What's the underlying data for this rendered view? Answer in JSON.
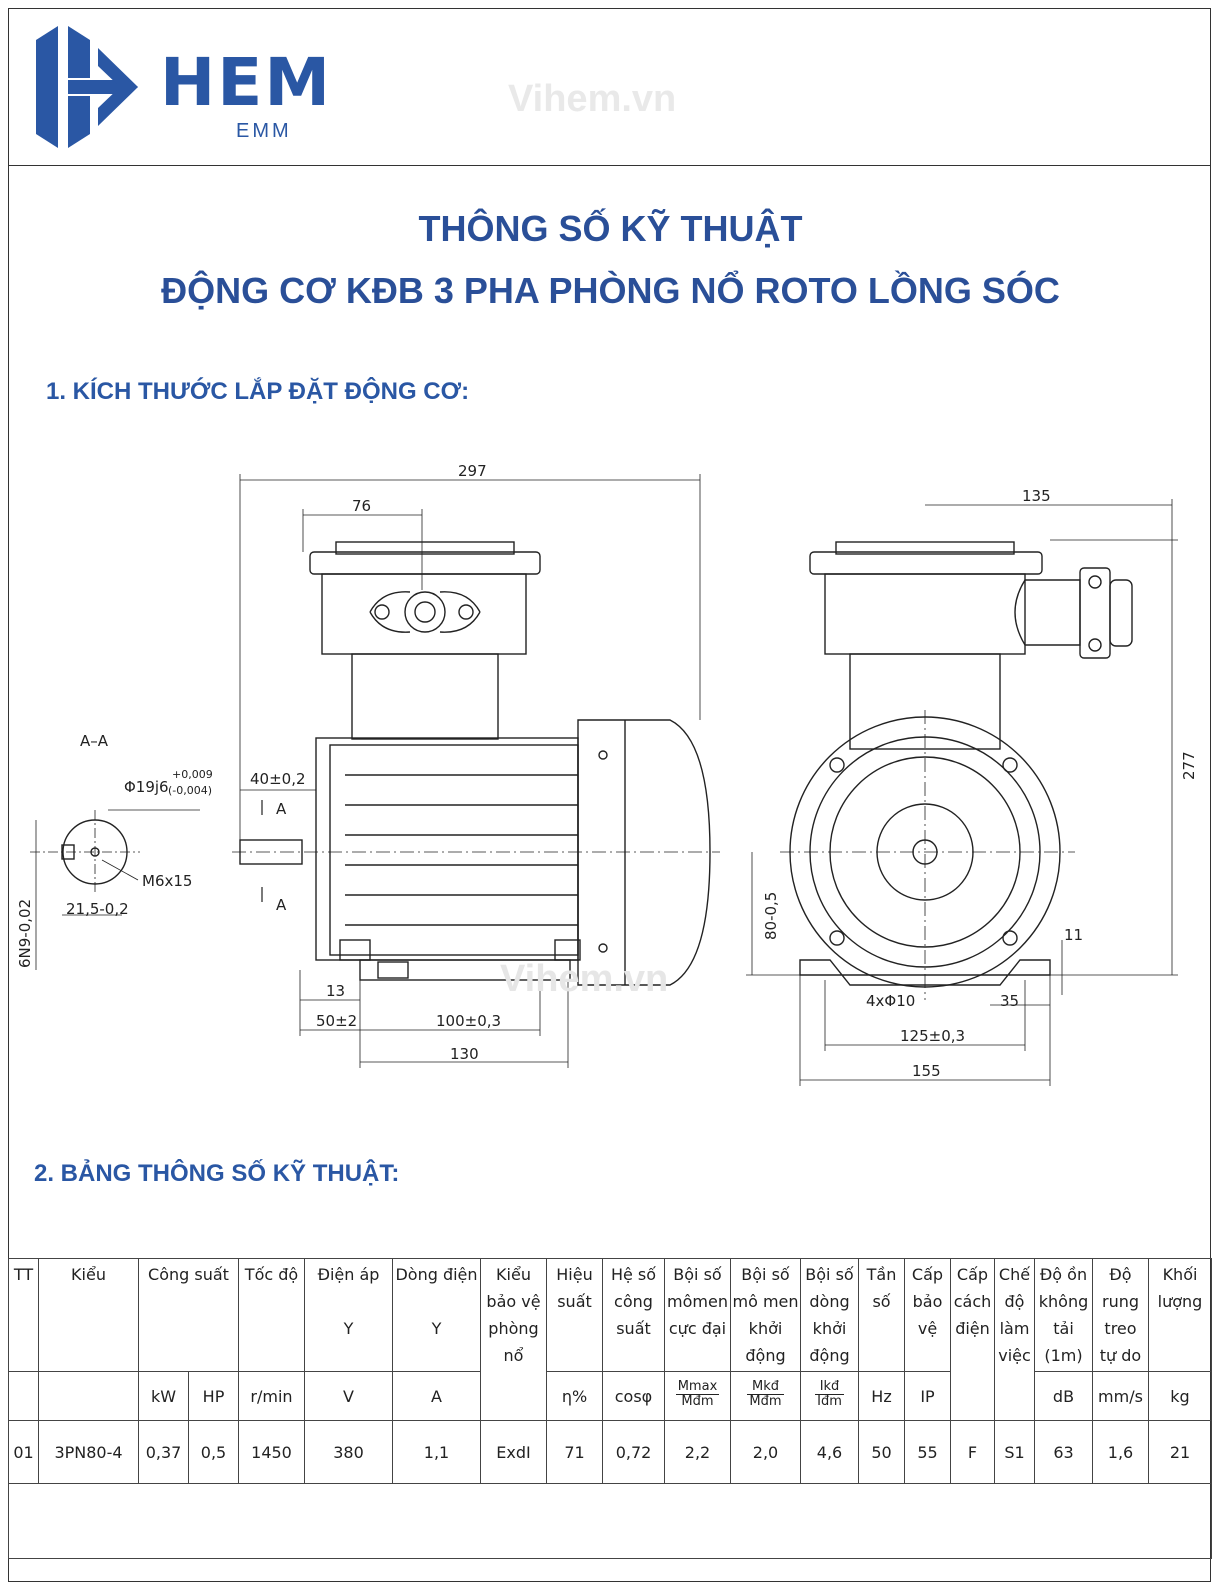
{
  "header": {
    "brand": "HEM",
    "brand_sub": "EMM",
    "watermark": "Vihem.vn"
  },
  "title": {
    "line1": "THÔNG SỐ KỸ THUẬT",
    "line2": "ĐỘNG CƠ KĐB 3 PHA PHÒNG NỔ ROTO LỒNG SÓC"
  },
  "sections": {
    "s1": "1. KÍCH THƯỚC LẮP ĐẶT ĐỘNG CƠ:",
    "s2": "2. BẢNG THÔNG SỐ KỸ THUẬT:"
  },
  "drawing": {
    "watermark": "Vihem.vn",
    "section_label": "A–A",
    "shaft_dia": "Φ19j6",
    "shaft_tol_up": "+0,009",
    "shaft_tol_low": "(-0,004)",
    "key_width": "6N9-0,02",
    "thread": "M6x15",
    "key_depth": "21,5-0,2",
    "dim_297": "297",
    "dim_76": "76",
    "dim_40": "40±0,2",
    "marker_a": "A",
    "dim_13": "13",
    "dim_50": "50±2",
    "dim_100": "100±0,3",
    "dim_130": "130",
    "dim_135": "135",
    "dim_277": "277",
    "dim_80": "80-0,5",
    "dim_11": "11",
    "dim_4x10": "4xΦ10",
    "dim_35": "35",
    "dim_125": "125±0,3",
    "dim_155": "155"
  },
  "table": {
    "headers": {
      "tt": "TT",
      "kieu": "Kiểu",
      "cong_suat": "Công suất",
      "toc_do": "Tốc độ",
      "dien_ap": "Điện áp",
      "dien_ap_y": "Y",
      "dong_dien": "Dòng điện",
      "dong_dien_y": "Y",
      "bao_ve": "Kiểu bảo vệ phòng nổ",
      "hieu_suat": "Hiệu suất",
      "he_so": "Hệ số công suất",
      "momen_max": "Bội số mômen cực đại",
      "momen_kd": "Bội số mô men khởi động",
      "dong_kd": "Bội số dòng khởi động",
      "tan_so": "Tần số",
      "cap_bao_ve": "Cấp bảo vệ",
      "cach_dien": "Cấp cách điện",
      "che_do": "Chế độ làm việc",
      "do_on": "Độ ồn không tải (1m)",
      "do_rung": "Độ rung treo tự do",
      "khoi_luong": "Khối lượng"
    },
    "units": {
      "kw": "kW",
      "hp": "HP",
      "rpm": "r/min",
      "v": "V",
      "a": "A",
      "eta": "η%",
      "cos": "cosφ",
      "mmax": "Mmax",
      "mdm1": "Mđm",
      "mkd": "Mkđ",
      "mdm2": "Mđm",
      "ikd": "Ikđ",
      "idm": "Iđm",
      "hz": "Hz",
      "ip": "IP",
      "db": "dB",
      "mms": "mm/s",
      "kg": "kg"
    },
    "row": {
      "tt": "01",
      "kieu": "3PN80-4",
      "kw": "0,37",
      "hp": "0,5",
      "rpm": "1450",
      "v": "380",
      "a": "1,1",
      "exd": "ExdI",
      "eta": "71",
      "cos": "0,72",
      "mmax": "2,2",
      "mkd": "2,0",
      "ikd": "4,6",
      "hz": "50",
      "ip": "55",
      "ins": "F",
      "duty": "S1",
      "db": "63",
      "vib": "1,6",
      "kg": "21"
    }
  }
}
